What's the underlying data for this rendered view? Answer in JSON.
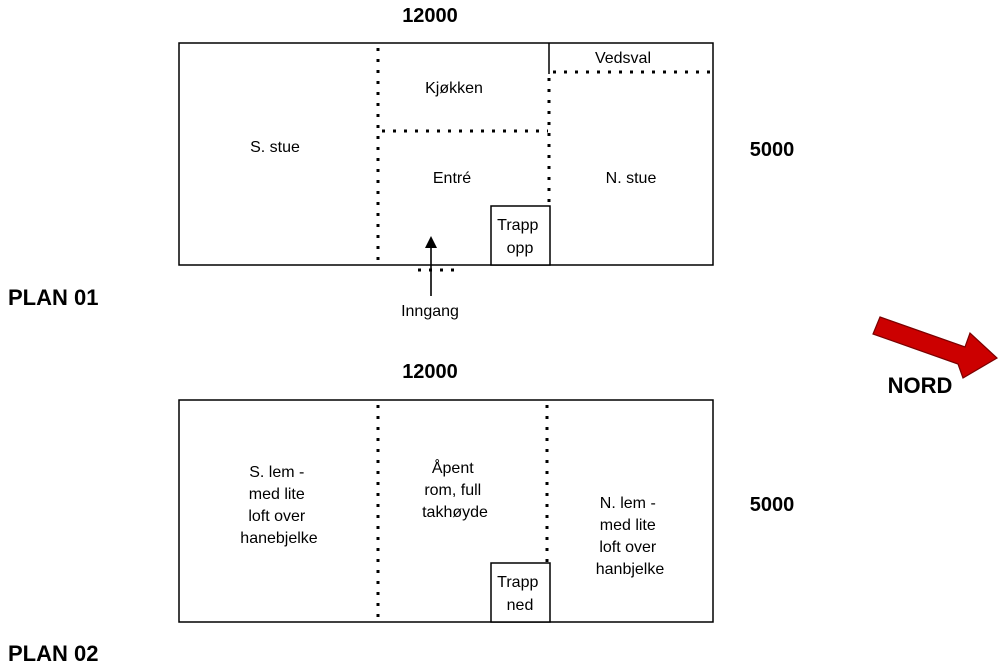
{
  "plan01": {
    "label": "PLAN 01",
    "width": "12000",
    "depth": "5000",
    "rooms": {
      "s_stue": "S. stue",
      "kjokken": "Kjøkken",
      "entre": "Entré",
      "vedsval": "Vedsval",
      "n_stue": "N. stue",
      "trapp": [
        "Trapp",
        "opp"
      ]
    },
    "entrance": "Inngang"
  },
  "plan02": {
    "label": "PLAN 02",
    "width": "12000",
    "depth": "5000",
    "rooms": {
      "s_lem": [
        "S. lem -",
        "med lite",
        "loft over",
        "hanebjelke"
      ],
      "apent": [
        "Åpent",
        "rom, full",
        "takhøyde"
      ],
      "n_lem": [
        "N. lem -",
        "med lite",
        "loft over",
        "hanbjelke"
      ],
      "trapp": [
        "Trapp",
        "ned"
      ]
    }
  },
  "compass": {
    "label": "NORD",
    "arrow_color": "#cc0000"
  }
}
